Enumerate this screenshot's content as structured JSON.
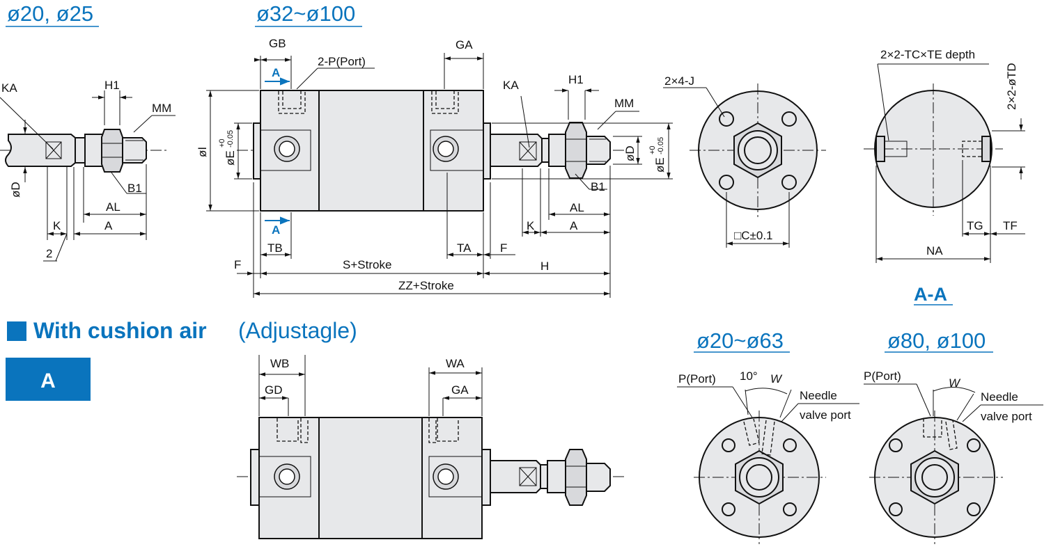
{
  "headings": {
    "d20_25": "ø20, ø25",
    "d32_100": "ø32~ø100",
    "section_aa": "A-A",
    "d20_63": "ø20~ø63",
    "d80_100": "ø80, ø100"
  },
  "cushion": {
    "title_bold": "With cushion air",
    "title_paren": "(Adjustagle)",
    "badge": "A"
  },
  "labels": {
    "KA": "KA",
    "H1": "H1",
    "MM": "MM",
    "phiD": "øD",
    "B1": "B1",
    "AL": "AL",
    "K": "K",
    "A": "A",
    "two": "2",
    "GB": "GB",
    "GA": "GA",
    "port": "2-P(Port)",
    "arrowA": "A",
    "phiI": "øI",
    "phiE": "øE",
    "tol_plus": "+0",
    "tol_minus": "-0.05",
    "TB": "TB",
    "TA": "TA",
    "F": "F",
    "S_stroke": "S+Stroke",
    "H": "H",
    "ZZ_stroke": "ZZ+Stroke",
    "four_J": "2×4-J",
    "C": "□C±0.1",
    "TC_TE": "2×2-TC×TE depth",
    "TD": "2×2-øTD",
    "TG": "TG",
    "TF": "TF",
    "NA": "NA",
    "WB": "WB",
    "GD": "GD",
    "WA": "WA",
    "P_port": "P(Port)",
    "ten_deg": "10°",
    "W": "W",
    "needle1": "Needle",
    "needle2": "valve port"
  },
  "colors": {
    "accent": "#0a74bd",
    "part_fill": "#e7e8ea",
    "line": "#111111"
  }
}
